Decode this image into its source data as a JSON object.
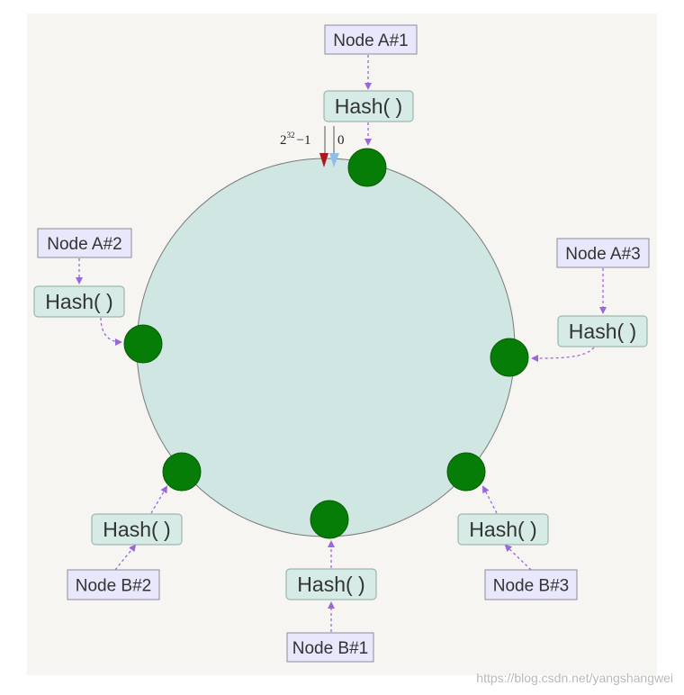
{
  "colors": {
    "panel": "#f6f5f1",
    "ring_fill": "#cfe6e2",
    "ring_stroke": "#7a7a7a",
    "node_dot": "#067d07",
    "node_box_fill": "#e8e7fb",
    "node_box_stroke": "#8c8c9a",
    "hash_box_fill": "#d6ebe6",
    "hash_box_stroke": "#8fa8a3",
    "arrow": "#9966dd",
    "marker_red": "#b0161b",
    "marker_blue": "#8ec1ea"
  },
  "icons": {
    "ring_start_marker": "triangle-down-blue",
    "ring_end_marker": "triangle-down-red"
  },
  "ring": {
    "end_label_base": "2",
    "end_label_exp": "32",
    "end_label_rest": "−1",
    "start_label": "0"
  },
  "hash_label": "Hash( )",
  "nodes": [
    {
      "id": "a1",
      "name": "Node A#1"
    },
    {
      "id": "a2",
      "name": "Node A#2"
    },
    {
      "id": "a3",
      "name": "Node A#3"
    },
    {
      "id": "b1",
      "name": "Node B#1"
    },
    {
      "id": "b2",
      "name": "Node B#2"
    },
    {
      "id": "b3",
      "name": "Node B#3"
    }
  ],
  "watermark": "https://blog.csdn.net/yangshangwei"
}
